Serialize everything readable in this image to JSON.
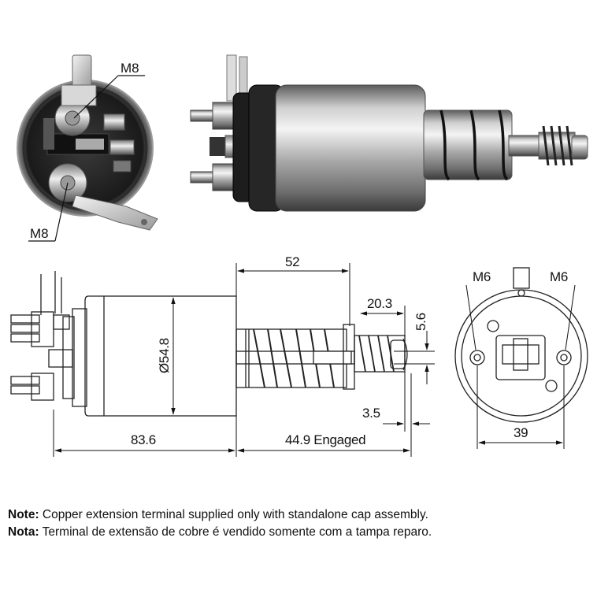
{
  "photo_end": {
    "callouts": [
      "M8",
      "M8"
    ]
  },
  "side_view": {
    "dims": {
      "stroke": "52",
      "engaged_ext": "20.3",
      "gap_small": "5.6",
      "diameter": "Ø54.8",
      "offset": "3.5",
      "body_length": "83.6",
      "engaged_length": "44.9 Engaged"
    }
  },
  "end_view": {
    "dims": {
      "thread_left": "M6",
      "thread_right": "M6",
      "width": "39"
    }
  },
  "notes": [
    {
      "label": "Note:",
      "text": " Copper extension terminal supplied only with standalone cap assembly."
    },
    {
      "label": "Nota:",
      "text": " Terminal de extensão de cobre é vendido somente com a tampa reparo."
    }
  ]
}
